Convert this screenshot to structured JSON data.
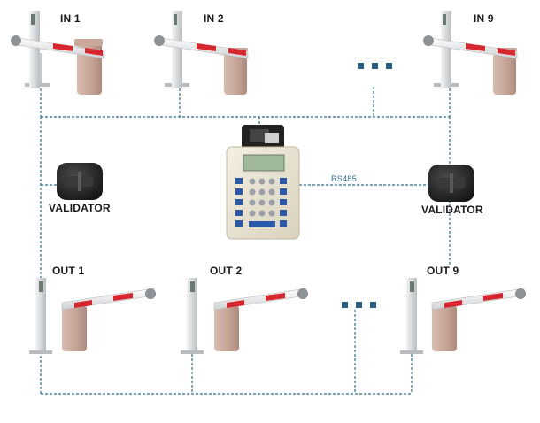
{
  "entry_lanes": [
    {
      "label": "IN 1"
    },
    {
      "label": "IN 2"
    },
    {
      "label": "IN 9"
    }
  ],
  "exit_lanes": [
    {
      "label": "OUT 1"
    },
    {
      "label": "OUT 2"
    },
    {
      "label": "OUT 9"
    }
  ],
  "validators": [
    {
      "label": "VALIDATOR"
    },
    {
      "label": "VALIDATOR"
    }
  ],
  "controller": {
    "bus_label": "RS485"
  },
  "colors": {
    "wire": "#2f6e8e",
    "barrier_red": "#d8262e",
    "cabinet": "#c9a89a",
    "pillar": "#d9dcde",
    "terminal": "#e8e3d3",
    "validator": "#1c1c1c"
  }
}
